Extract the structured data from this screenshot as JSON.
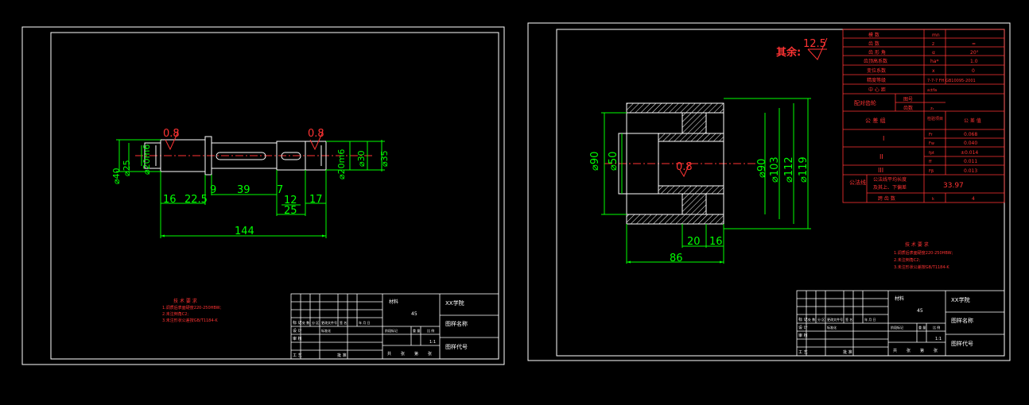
{
  "colors": {
    "background": "#000000",
    "frame": "#ffffff",
    "dimension": "#00ff00",
    "roughness": "#ff0000",
    "outline": "#ffffff",
    "centerline": "#ff0000"
  },
  "shaft": {
    "roughness": [
      "0.8",
      "0.8"
    ],
    "diameters_left": [
      "⌀40",
      "⌀25",
      "⌀20m6"
    ],
    "diameters_right": [
      "⌀20m6",
      "⌀30",
      "⌀35"
    ],
    "dims_bottom": [
      "16",
      "22.5",
      "9",
      "39",
      "7",
      "12",
      "17",
      "25",
      "144"
    ]
  },
  "gear": {
    "rest_label": "其余:",
    "rest_roughness": "12.5",
    "center_roughness": "0.8",
    "diameters_left": [
      "⌀90",
      "⌀50"
    ],
    "diameters_right": [
      "⌀90",
      "⌀103",
      "⌀112",
      "⌀119"
    ],
    "dims_bottom": [
      "20",
      "16",
      "86"
    ]
  },
  "param_table": {
    "rows": [
      [
        "模    数",
        "mn",
        ""
      ],
      [
        "齿    数",
        "z",
        "="
      ],
      [
        "齿 形 角",
        "α",
        "20°"
      ],
      [
        "齿顶高系数",
        "ha*",
        "1.0"
      ],
      [
        "变位系数",
        "x",
        "0"
      ],
      [
        "精度等级",
        "",
        "7-7-7 FH GB10095-2001"
      ],
      [
        "中 心 距",
        "a±fa",
        ""
      ]
    ],
    "mesh_label": "配对齿轮",
    "mesh_sub": [
      "图号",
      "齿数"
    ],
    "mesh_sym": "z₁",
    "tol_header": [
      "公  差  组",
      "检验项目",
      "公 差 值"
    ],
    "tol_groups": [
      "I",
      "II",
      "III"
    ],
    "tol_rows": [
      [
        "Fr",
        "0.068"
      ],
      [
        "Fw",
        "0.040"
      ],
      [
        "fpt",
        "±0.014"
      ],
      [
        "ff",
        "0.011"
      ],
      [
        "Fβ",
        "0.013"
      ]
    ],
    "normal_label": "公法线",
    "normal_desc": [
      "公法线平均长度",
      "及其上、下偏差"
    ],
    "normal_value": "33.97",
    "span_label": "跨 齿 数",
    "span_sym": "k",
    "span_value": "4"
  },
  "left_sheet": {
    "notes_title": "技 术 要 求",
    "notes": [
      "1.调质后表面硬度220-250HBW;",
      "2.未注倒角C2;",
      "3.未注形状公差按GB/T1184-K"
    ],
    "tb_material_label": "材料",
    "tb_material": "45",
    "tb_school": "XX学院",
    "tb_drawing_name": "图样名称",
    "tb_drawing_code": "图样代号",
    "tb_scale": "1:1",
    "tb_rows": [
      "标 记",
      "设 计",
      "审 核",
      "工 艺"
    ],
    "tb_header": [
      "处 数",
      "分 区",
      "更改文件号",
      "签 名",
      "年 月 日"
    ],
    "tb_extra": [
      "标准化",
      "批 准"
    ],
    "tb_stage": [
      "阶段标记",
      "重 量",
      "比 例"
    ],
    "tb_sheets": [
      "共",
      "张",
      "第",
      "张"
    ]
  },
  "right_sheet": {
    "notes_title": "技 术 要 求",
    "notes": [
      "1.调质后表面硬度220-250HBW;",
      "2.未注倒角C2;",
      "3.未注形状公差按GB/T1184-K"
    ],
    "tb_material_label": "材料",
    "tb_material": "45",
    "tb_school": "XX学院",
    "tb_drawing_name": "图样名称",
    "tb_drawing_code": "图样代号",
    "tb_scale": "1:1",
    "tb_rows": [
      "标 记",
      "设 计",
      "审 核",
      "工 艺"
    ],
    "tb_header": [
      "处 数",
      "分 区",
      "更改文件号",
      "签 名",
      "年 月 日"
    ],
    "tb_extra": [
      "标准化",
      "批 准"
    ],
    "tb_stage": [
      "阶段标记",
      "重 量",
      "比 例"
    ],
    "tb_sheets": [
      "共",
      "张",
      "第",
      "张"
    ]
  }
}
